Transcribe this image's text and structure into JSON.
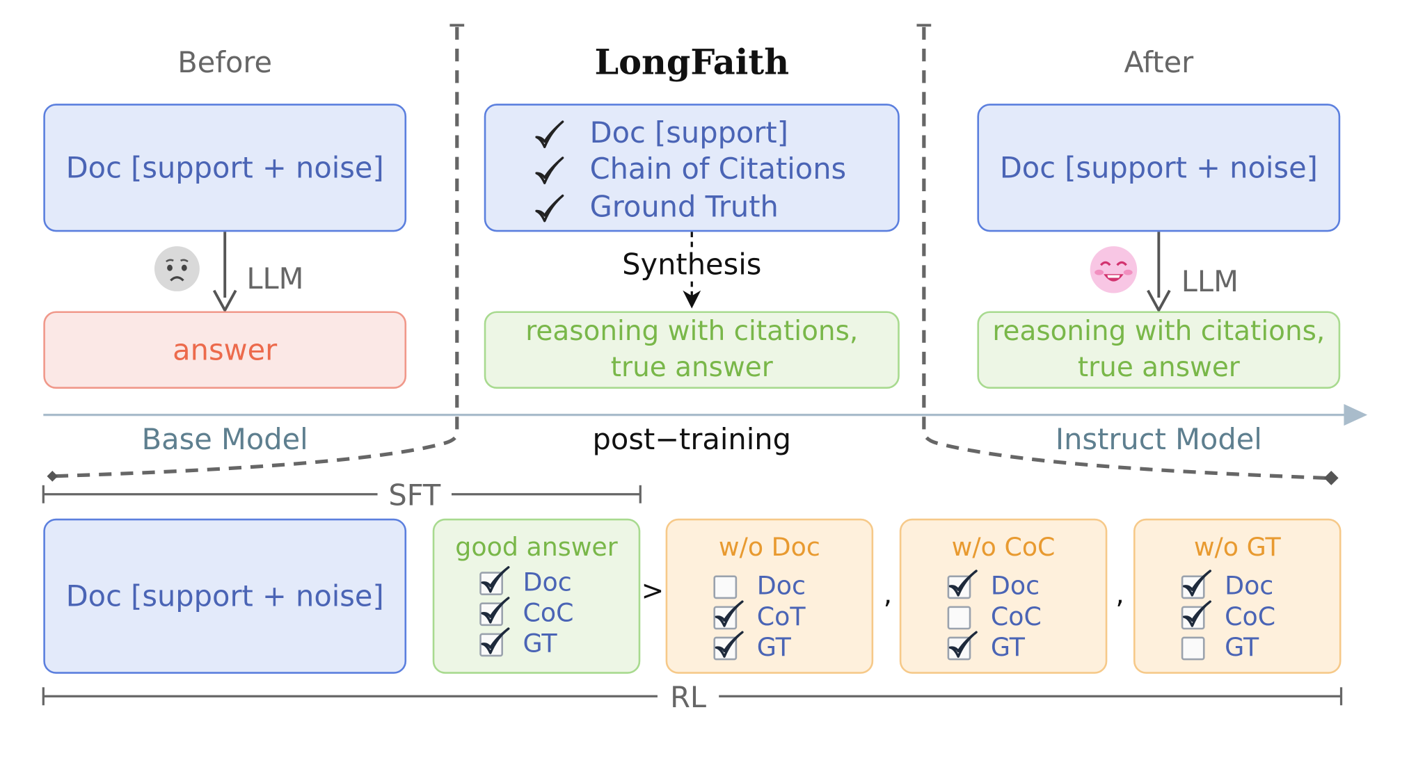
{
  "headers": {
    "before": "Before",
    "center_title": "LongFaith",
    "after": "After"
  },
  "before_panel": {
    "doc": "Doc [support + noise]",
    "llm": "LLM",
    "answer": "answer",
    "model_label": "Base Model",
    "emoji": "sad-face-icon"
  },
  "center_panel": {
    "items": [
      "Doc [support]",
      "Chain of Citations",
      "Ground Truth"
    ],
    "synthesis": "Synthesis",
    "output_line1": "reasoning with citations,",
    "output_line2": "true answer",
    "post_training": "post−training"
  },
  "after_panel": {
    "doc": "Doc [support + noise]",
    "llm": "LLM",
    "output_line1": "reasoning with citations,",
    "output_line2": "true answer",
    "model_label": "Instruct Model",
    "emoji": "happy-face-icon"
  },
  "training": {
    "sft_label": "SFT",
    "rl_label": "RL",
    "doc": "Doc [support + noise]",
    "gt_symbol": ">",
    "separator": ",",
    "groups": [
      {
        "title": "good answer",
        "style": "green",
        "rows": [
          {
            "label": "Doc",
            "checked": true
          },
          {
            "label": "CoC",
            "checked": true
          },
          {
            "label": "GT",
            "checked": true
          }
        ]
      },
      {
        "title": "w/o Doc",
        "style": "orange",
        "rows": [
          {
            "label": "Doc",
            "checked": false
          },
          {
            "label": "CoT",
            "checked": true
          },
          {
            "label": "GT",
            "checked": true
          }
        ]
      },
      {
        "title": "w/o CoC",
        "style": "orange",
        "rows": [
          {
            "label": "Doc",
            "checked": true
          },
          {
            "label": "CoC",
            "checked": false
          },
          {
            "label": "GT",
            "checked": true
          }
        ]
      },
      {
        "title": "w/o GT",
        "style": "orange",
        "rows": [
          {
            "label": "Doc",
            "checked": true
          },
          {
            "label": "CoC",
            "checked": true
          },
          {
            "label": "GT",
            "checked": false
          }
        ]
      }
    ]
  },
  "colors": {
    "blue_fill": "#e3eafa",
    "blue_border": "#5b7fde",
    "green_fill": "#edf6e5",
    "green_border": "#a8da8f",
    "orange_fill": "#fef0dc",
    "orange_border": "#f6c989",
    "red_fill": "#fbe8e6",
    "red_border": "#f0988a"
  }
}
